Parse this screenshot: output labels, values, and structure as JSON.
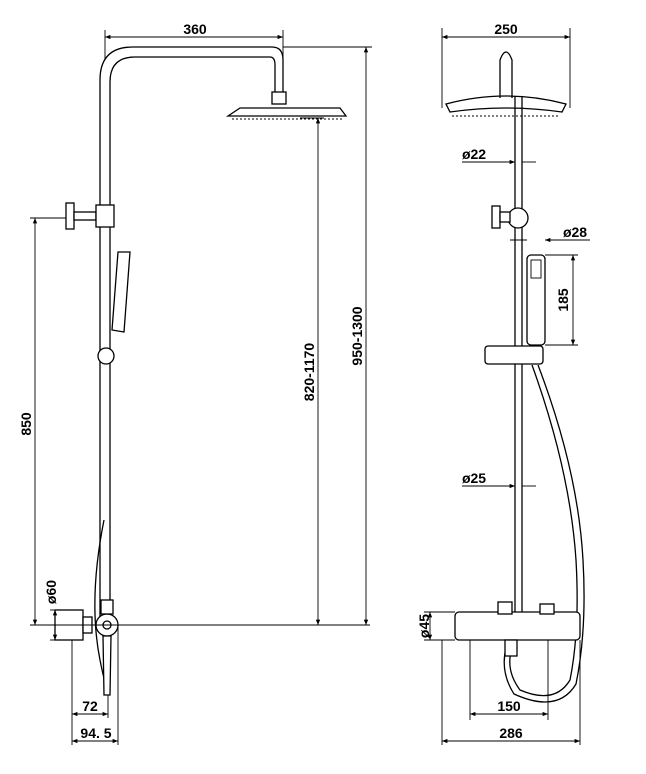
{
  "side_view": {
    "dims": {
      "arm_reach": "360",
      "total_height": "950-1300",
      "head_height": "820-1170",
      "mixer_height": "850",
      "mixer_dia": "ø60",
      "offset_a": "72",
      "offset_b": "94. 5"
    }
  },
  "front_view": {
    "dims": {
      "head_dia": "250",
      "upper_pipe_dia": "ø22",
      "hand_shower_dia": "ø28",
      "hand_shower_len": "185",
      "lower_pipe_dia": "ø25",
      "mixer_dia": "ø45",
      "mixer_centers": "150",
      "mixer_width": "286"
    }
  }
}
